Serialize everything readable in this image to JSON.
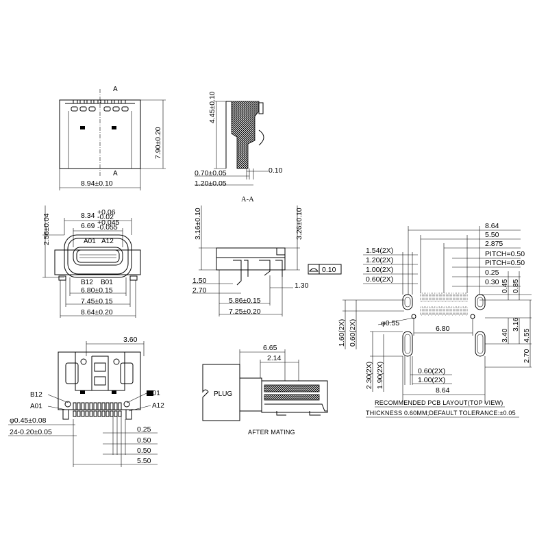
{
  "front_view": {
    "section_mark_top": "A",
    "section_mark_bottom": "A",
    "height": "7.90±0.20",
    "width": "8.94±0.10"
  },
  "section_view": {
    "height": "4.45±0.10",
    "dim_a": "0.70±0.05",
    "dim_b": "1.20±0.05",
    "dim_c": "0.10",
    "title": "A-A"
  },
  "end_view": {
    "outer_width": "8.34",
    "outer_tol_plus": "+0.06",
    "outer_tol_minus": "-0.02",
    "inner_width": "6.69",
    "inner_tol_plus": "+0.045",
    "inner_tol_minus": "-0.055",
    "height": "2.56±0.04",
    "pin_a01": "A01",
    "pin_a12": "A12",
    "pin_b12": "B12",
    "pin_b01": "B01",
    "dim_1": "6.80±0.15",
    "dim_2": "7.45±0.15",
    "dim_3": "8.64±0.20"
  },
  "side_view": {
    "height_left": "3.16±0.10",
    "height_right": "3.26±0.10",
    "flatness": "0.10",
    "dim_150": "1.50",
    "dim_270": "2.70",
    "dim_130": "1.30",
    "dim_586": "5.86±0.15",
    "dim_725": "7.25±0.20"
  },
  "bottom_view": {
    "dim_top": "3.60",
    "pin_b12": "B12",
    "pin_a01": "A01",
    "pin_b01": "B01",
    "pin_a12": "A12",
    "hole": "φ0.45±0.08",
    "pins": "24-0.20±0.05",
    "dim_025": "0.25",
    "dim_050a": "0.50",
    "dim_050b": "0.50",
    "dim_550": "5.50"
  },
  "mating_view": {
    "dim_665": "6.65",
    "dim_214": "2.14",
    "plug": "PLUG",
    "caption": "AFTER MATING"
  },
  "pcb_layout": {
    "dim_864_top": "8.64",
    "dim_550": "5.50",
    "dim_2875": "2.875",
    "pitch_1": "PITCH=0.50",
    "pitch_2": "PITCH=0.50",
    "dim_025": "0.25",
    "dim_030": "0.30",
    "dim_154": "1.54(2X)",
    "dim_120": "1.20(2X)",
    "dim_100": "1.00(2X)",
    "dim_060": "0.60(2X)",
    "dim_045": "0.45",
    "dim_085": "0.85",
    "hole": "φ0.55",
    "dim_680": "6.80",
    "dim_160": "1.60(2X)",
    "dim_060v": "0.60(2X)",
    "dim_340": "3.40",
    "dim_316": "3.16",
    "dim_455": "4.55",
    "dim_270": "2.70",
    "dim_230": "2.30(2X)",
    "dim_190": "1.90(2X)",
    "dim_060b": "0.60(2X)",
    "dim_100b": "1.00(2X)",
    "dim_864_bottom": "8.64",
    "caption_1": "RECOMMENDED PCB LAYOUT(TOP VIEW)",
    "caption_2": "THICKNESS 0.60MM;DEFAULT TOLERANCE:±0.05"
  }
}
